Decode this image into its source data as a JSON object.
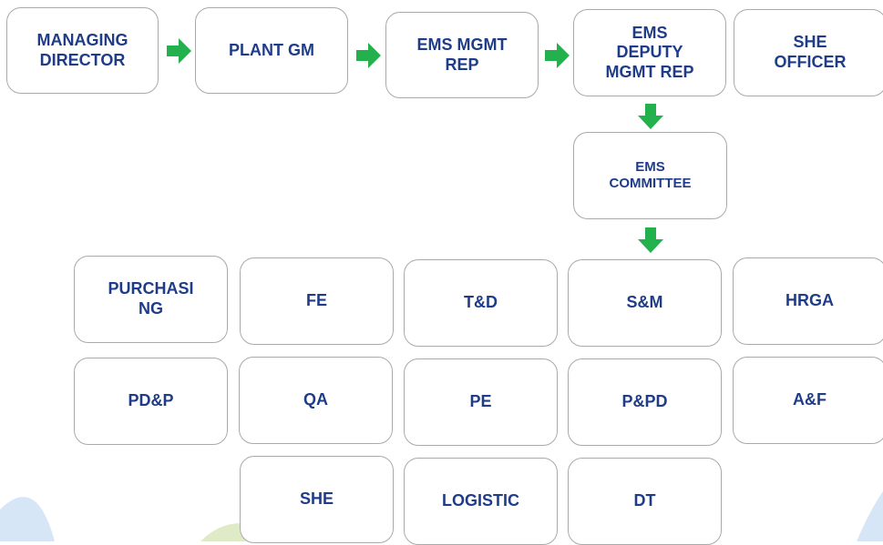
{
  "top_row": [
    {
      "label": "MANAGING\nDIRECTOR"
    },
    {
      "label": "PLANT GM"
    },
    {
      "label": "EMS MGMT\nREP"
    },
    {
      "label": "EMS\nDEPUTY\nMGMT REP"
    },
    {
      "label": "SHE\nOFFICER"
    }
  ],
  "committee": {
    "label": "EMS\nCOMMITTEE"
  },
  "departments": [
    {
      "label": "PURCHASI\nNG"
    },
    {
      "label": "FE"
    },
    {
      "label": "T&D"
    },
    {
      "label": "S&M"
    },
    {
      "label": "HRGA"
    },
    {
      "label": "PD&P"
    },
    {
      "label": "QA"
    },
    {
      "label": "PE"
    },
    {
      "label": "P&PD"
    },
    {
      "label": "A&F"
    },
    {
      "label": "SHE"
    },
    {
      "label": "LOGISTIC"
    },
    {
      "label": "DT"
    }
  ],
  "colors": {
    "text": "#1f3c88",
    "arrow": "#22b14c",
    "border": "#a9a9a9"
  }
}
